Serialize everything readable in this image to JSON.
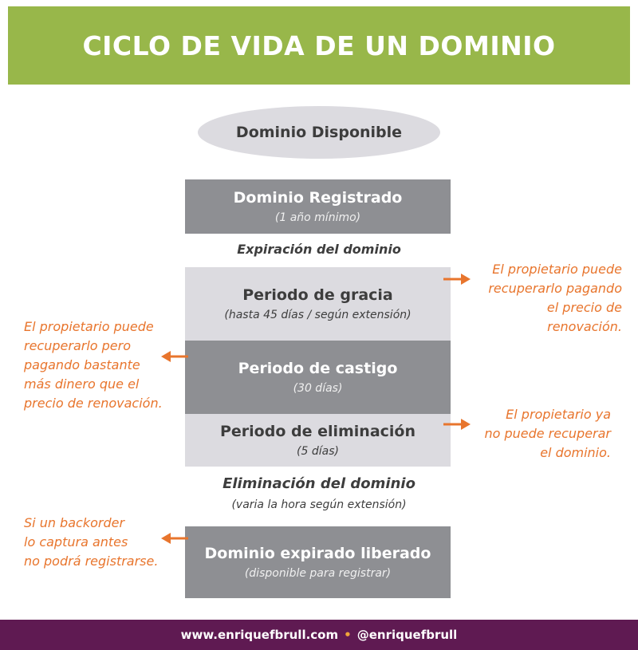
{
  "title": "CICLO DE VIDA DE UN DOMINIO",
  "stages": {
    "available": "Dominio Disponible",
    "registered": {
      "title": "Dominio Registrado",
      "sub": "(1 año mínimo)"
    },
    "expiration_label": "Expiración del dominio",
    "grace": {
      "title": "Periodo de gracia",
      "sub": "(hasta 45 días / según extensión)"
    },
    "penalty": {
      "title": "Periodo de castigo",
      "sub": "(30 días)"
    },
    "deletion": {
      "title": "Periodo de eliminación",
      "sub": "(5 días)"
    },
    "deletion_label": "Eliminación del dominio",
    "deletion_sub": "(varia la hora según extensión)",
    "released": {
      "title": "Dominio expirado liberado",
      "sub": "(disponible para registrar)"
    }
  },
  "notes": {
    "grace": [
      "El propietario puede",
      "recuperarlo pagando",
      "el precio de renovación."
    ],
    "penalty": [
      "El propietario puede",
      "recuperarlo pero",
      "pagando bastante",
      "más dinero que el",
      "precio de renovación."
    ],
    "deletion": [
      "El propietario ya",
      "no puede recuperar",
      "el dominio."
    ],
    "released": [
      "Si un backorder",
      "lo captura antes",
      "no podrá registrarse."
    ]
  },
  "footer": {
    "website": "www.enriquefbrull.com",
    "separator": "•",
    "handle": "@enriquefbrull"
  },
  "colors": {
    "header": "#98b74a",
    "dark_box": "#8e8f93",
    "light_box": "#dcdbe0",
    "accent": "#e8752d",
    "footer": "#5f1a52"
  }
}
